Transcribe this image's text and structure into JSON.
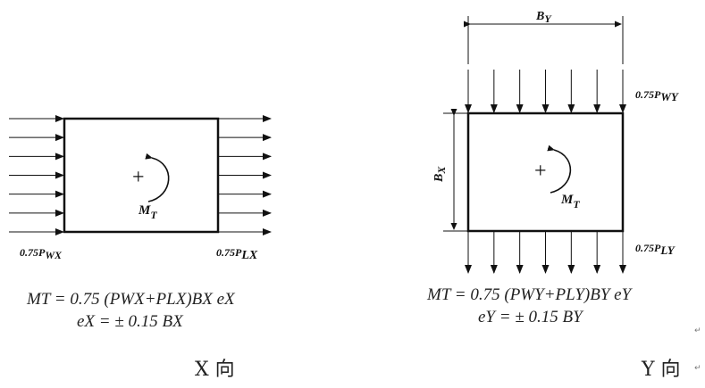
{
  "x_direction": {
    "load_left": "0.75P",
    "load_left_sub": "WX",
    "load_right": "0.75P",
    "load_right_sub": "LX",
    "plus": "+",
    "moment": "M",
    "moment_sub": "T",
    "formula1": "MT = 0.75 (PWX+PLX)BX eX",
    "formula2": "eX = ± 0.15 BX",
    "caption": "X 向"
  },
  "y_direction": {
    "dim_top": "B",
    "dim_top_sub": "Y",
    "dim_side": "B",
    "dim_side_sub": "X",
    "load_top": "0.75P",
    "load_top_sub": "WY",
    "load_bottom": "0.75P",
    "load_bottom_sub": "LY",
    "plus": "+",
    "moment": "M",
    "moment_sub": "T",
    "formula1": "MT = 0.75 (PWY+PLY)BY eY",
    "formula2": "eY = ± 0.15 BY",
    "caption": "Y 向"
  },
  "paragraph_marks": [
    "↵",
    "↵"
  ]
}
